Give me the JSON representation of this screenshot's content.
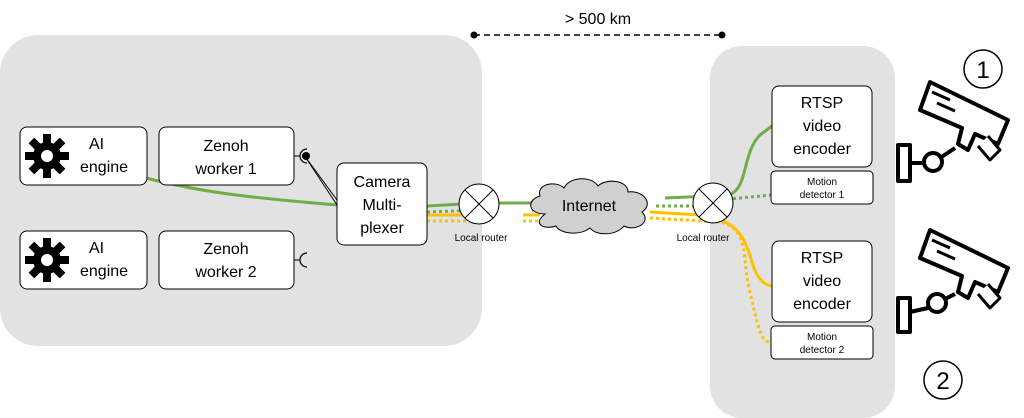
{
  "distance": "> 500 km",
  "left": {
    "ai_engine_1": [
      "AI",
      "engine"
    ],
    "zenoh_worker_1": [
      "Zenoh",
      "worker 1"
    ],
    "ai_engine_2": [
      "AI",
      "engine"
    ],
    "zenoh_worker_2": [
      "Zenoh",
      "worker 2"
    ],
    "camera_multiplexer": [
      "Camera",
      "Multi-",
      "plexer"
    ],
    "local_router": "Local router"
  },
  "internet": "Internet",
  "right": {
    "local_router": "Local router",
    "encoder_1": [
      "RTSP",
      "video",
      "encoder"
    ],
    "motion_detector_1": [
      "Motion",
      "detector 1"
    ],
    "encoder_2": [
      "RTSP",
      "video",
      "encoder"
    ],
    "motion_detector_2": [
      "Motion",
      "detector 2"
    ]
  },
  "cameras": [
    "1",
    "2"
  ],
  "colors": {
    "region": "#e2e2e2",
    "green": "#70ad47",
    "yellow": "#ffc000",
    "cloud": "#d0d0d0"
  }
}
